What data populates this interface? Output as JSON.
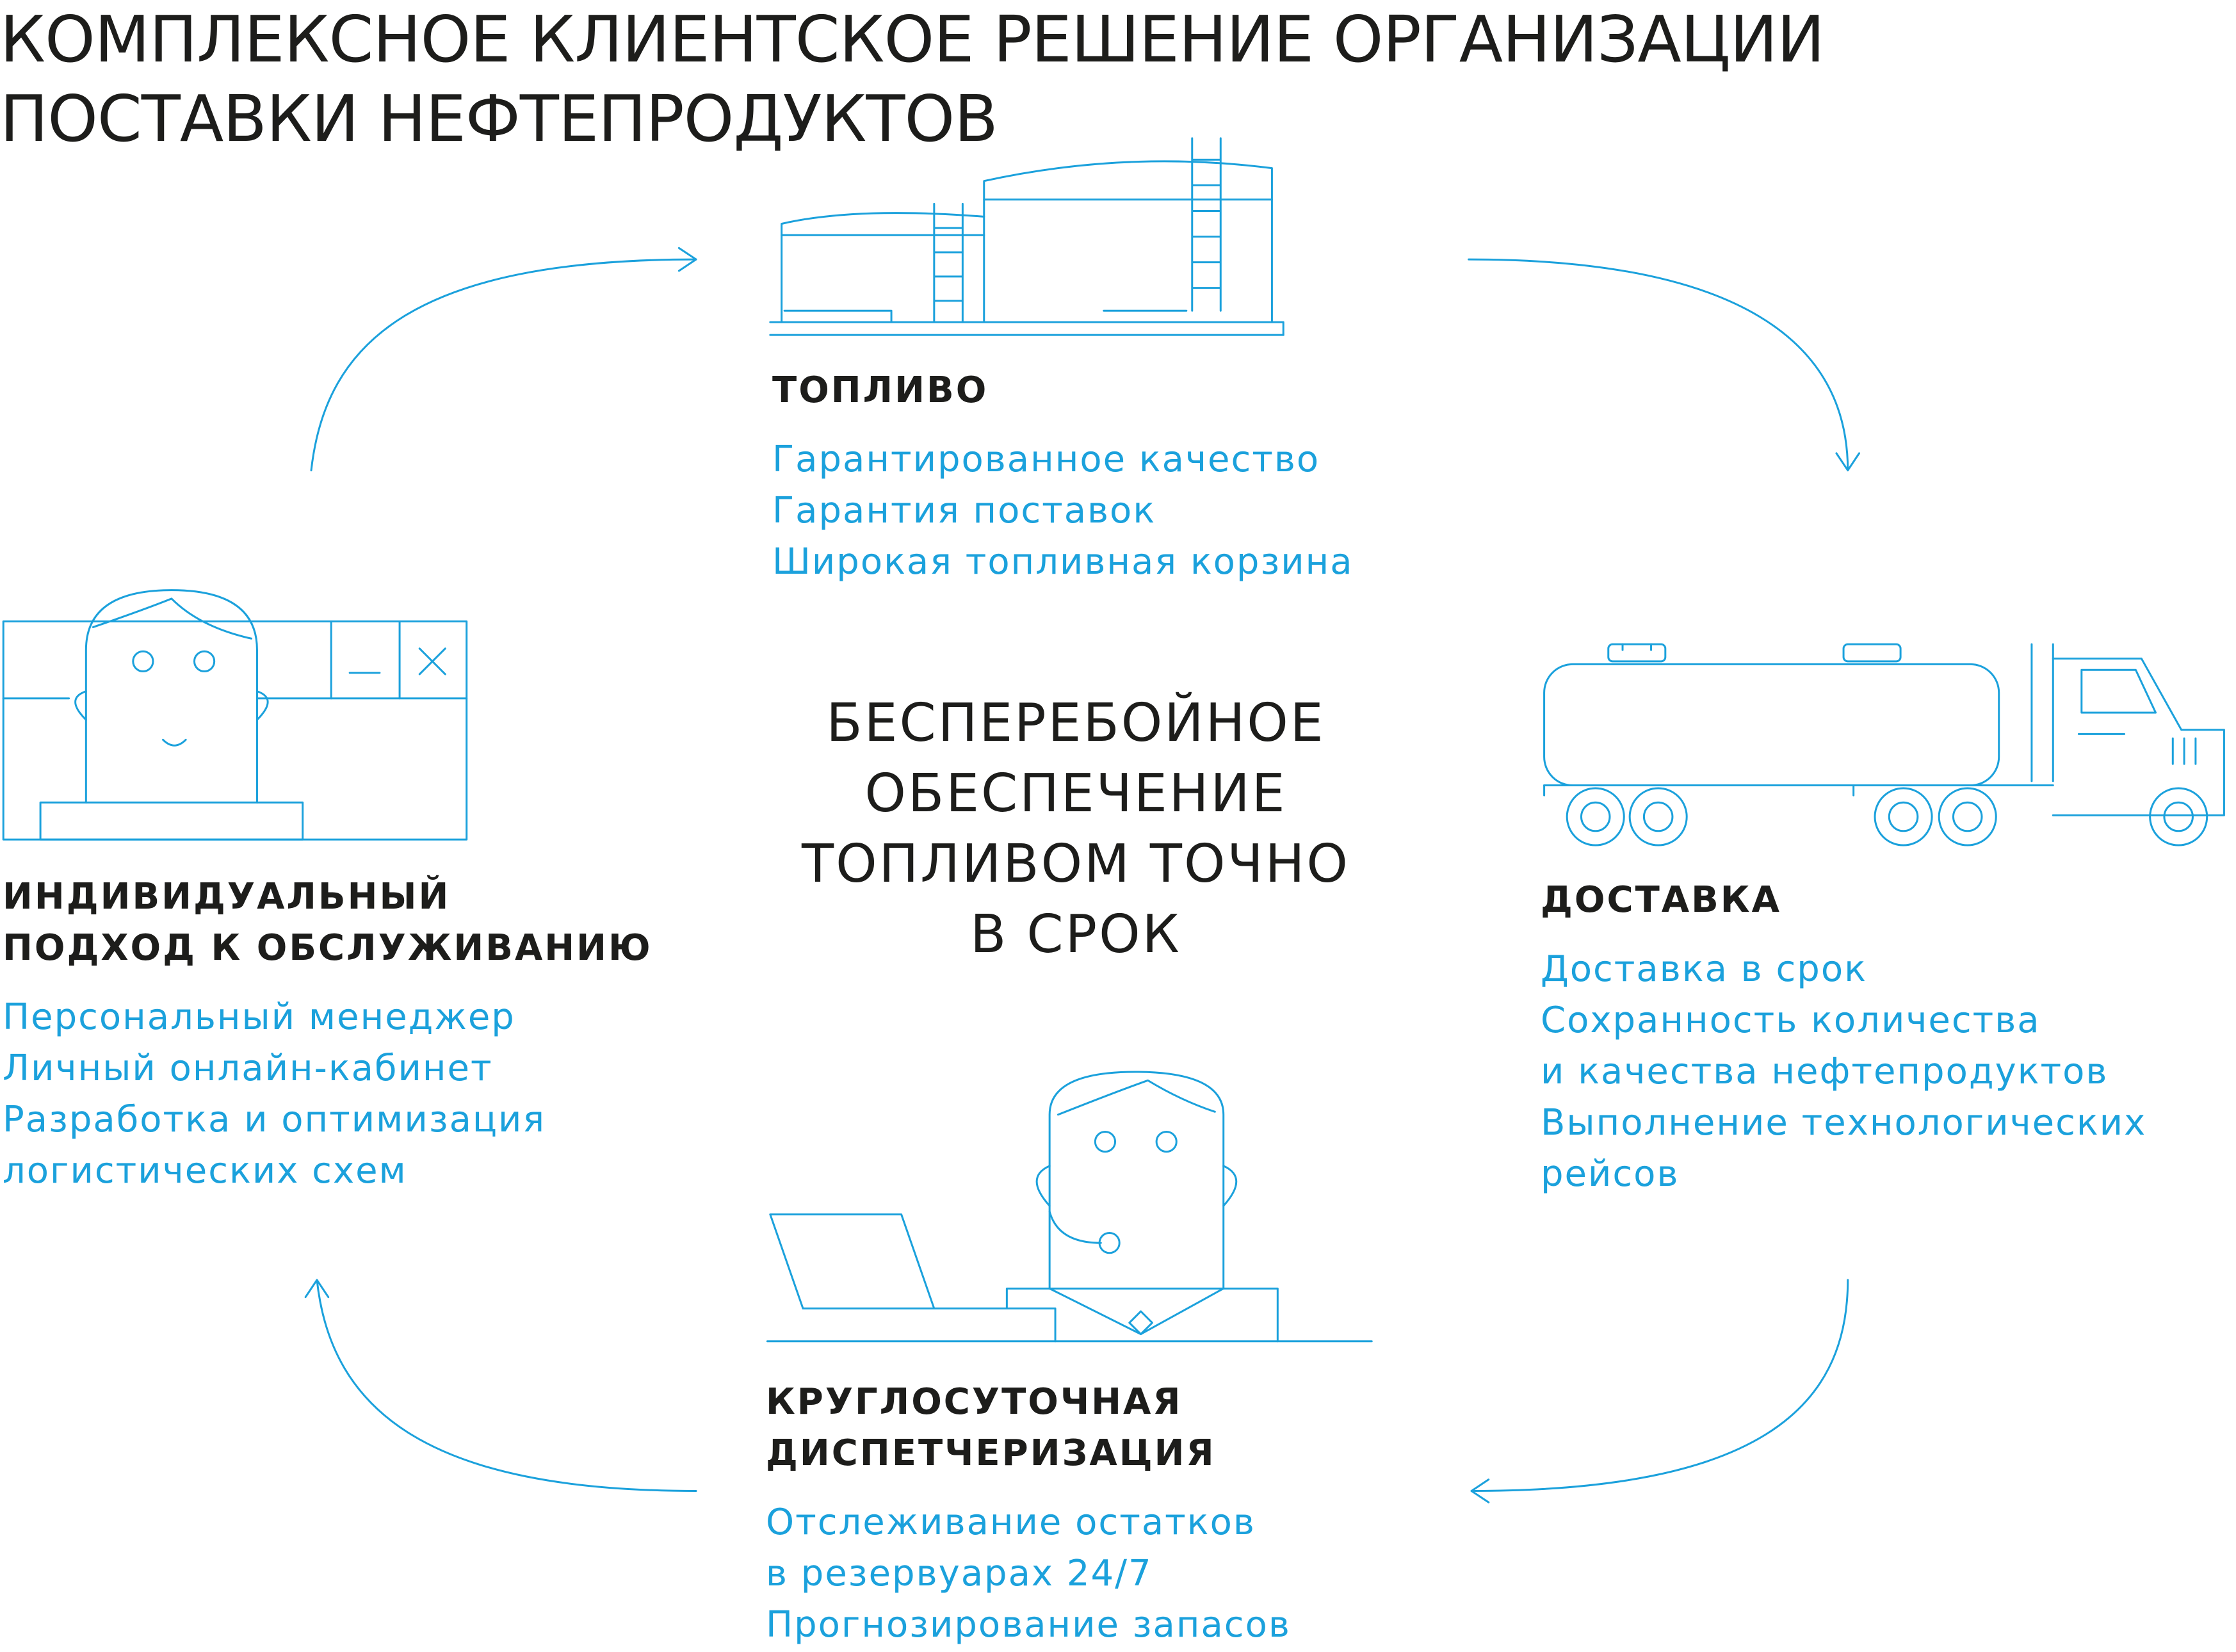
{
  "title": {
    "line1": "КОМПЛЕКСНОЕ КЛИЕНТСКОЕ РЕШЕНИЕ ОРГАНИЗАЦИИ",
    "line2": "ПОСТАВКИ НЕФТЕПРОДУКТОВ"
  },
  "center": {
    "lines": [
      "БЕСПЕРЕБОЙНОЕ",
      "ОБЕСПЕЧЕНИЕ",
      "ТОПЛИВОМ ТОЧНО",
      "В СРОК"
    ]
  },
  "blocks": {
    "fuel": {
      "heading": [
        "ТОПЛИВО"
      ],
      "items": [
        "Гарантированное качество",
        "Гарантия поставок",
        "Широкая топливная корзина"
      ]
    },
    "delivery": {
      "heading": [
        "ДОСТАВКА"
      ],
      "items": [
        "Доставка в срок",
        "Сохранность количества",
        "и качества нефтепродуктов",
        "Выполнение технологических",
        "рейсов"
      ]
    },
    "dispatch": {
      "heading": [
        "КРУГЛОСУТОЧНАЯ",
        "ДИСПЕТЧЕРИЗАЦИЯ"
      ],
      "items": [
        "Отслеживание остатков",
        "в резервуарах 24/7",
        "Прогнозирование запасов"
      ]
    },
    "individual": {
      "heading": [
        "ИНДИВИДУАЛЬНЫЙ",
        "ПОДХОД К ОБСЛУЖИВАНИЮ"
      ],
      "items": [
        "Персональный менеджер",
        "Личный онлайн-кабинет",
        "Разработка и оптимизация",
        "логистических схем"
      ]
    }
  },
  "icons": {
    "fuel": "storage-tanks-icon",
    "delivery": "tanker-truck-icon",
    "dispatch": "dispatcher-headset-icon",
    "individual": "manager-window-icon"
  },
  "colors": {
    "accent": "#1ba1dc",
    "text": "#1d1d1b",
    "background": "#ffffff"
  }
}
